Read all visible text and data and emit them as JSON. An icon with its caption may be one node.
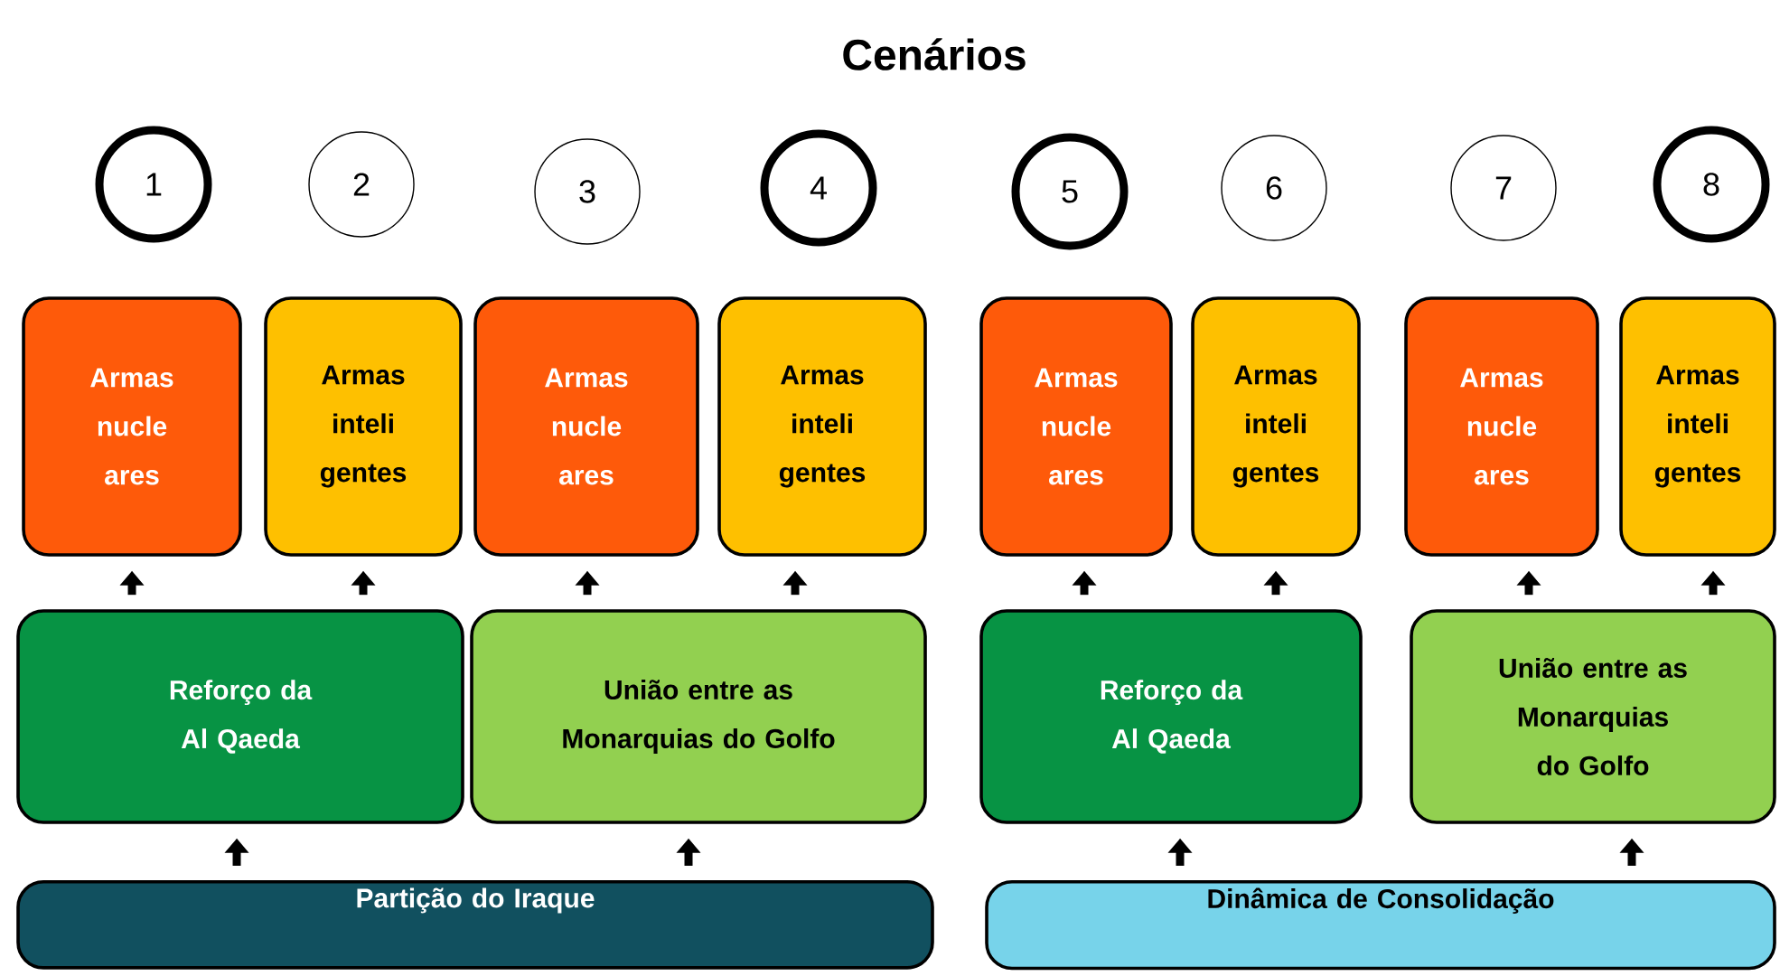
{
  "diagram": {
    "title": "Cenários",
    "nodes": [
      {
        "text": [
          "1"
        ]
      },
      {
        "text": [
          "2"
        ]
      },
      {
        "text": [
          "3"
        ]
      },
      {
        "text": [
          "4"
        ]
      },
      {
        "text": [
          "5"
        ]
      },
      {
        "text": [
          "6"
        ]
      },
      {
        "text": [
          "7"
        ]
      },
      {
        "text": [
          "8"
        ]
      },
      {
        "text": [
          "Armas nucle ares"
        ]
      },
      {
        "text": [
          "Armas inteli gentes"
        ]
      },
      {
        "text": [
          "Armas nucle ares"
        ]
      },
      {
        "text": [
          "Armas inteli gentes"
        ]
      },
      {
        "text": [
          "Armas nucle ares"
        ]
      },
      {
        "text": [
          "Armas inteli gentes"
        ]
      },
      {
        "text": [
          "Armas nucle ares"
        ]
      },
      {
        "text": [
          "Armas inteli gentes"
        ]
      },
      {
        "text": [
          "Reforço da Al Qaeda"
        ]
      },
      {
        "text": [
          "União entre as Monarquias do Golfo"
        ]
      },
      {
        "text": [
          "Reforço da Al Qaeda"
        ]
      },
      {
        "text": [
          "União entre as Monarquias do Golfo"
        ]
      },
      {
        "text": [
          "Partição do Iraque"
        ]
      },
      {
        "text": [
          "Dinâmica de Consolidação"
        ]
      }
    ],
    "edges": [
      {
        "from": 16,
        "to": 8,
        "arrow": "to"
      },
      {
        "from": 16,
        "to": 9,
        "arrow": "to"
      },
      {
        "from": 17,
        "to": 10,
        "arrow": "to"
      },
      {
        "from": 17,
        "to": 11,
        "arrow": "to"
      },
      {
        "from": 18,
        "to": 12,
        "arrow": "to"
      },
      {
        "from": 18,
        "to": 13,
        "arrow": "to"
      },
      {
        "from": 19,
        "to": 14,
        "arrow": "to"
      },
      {
        "from": 19,
        "to": 15,
        "arrow": "to"
      },
      {
        "from": 20,
        "to": 16,
        "arrow": "to"
      },
      {
        "from": 20,
        "to": 17,
        "arrow": "to"
      },
      {
        "from": 21,
        "to": 18,
        "arrow": "to"
      },
      {
        "from": 21,
        "to": 19,
        "arrow": "to"
      }
    ]
  }
}
